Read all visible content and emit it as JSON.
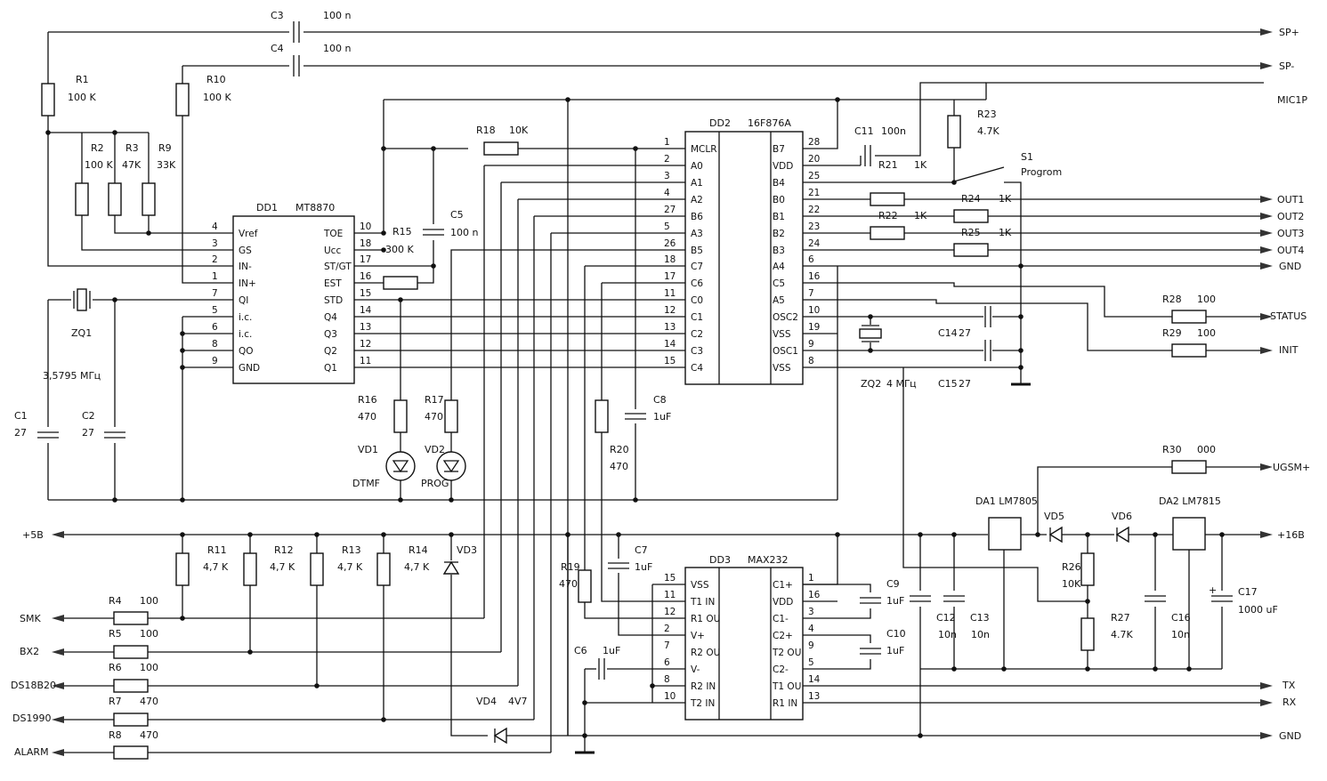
{
  "chips": [
    {
      "id": "dd1",
      "ref": "DD1",
      "part": "MT8870",
      "left_pins": [
        [
          "4",
          "Vref"
        ],
        [
          "3",
          "GS"
        ],
        [
          "2",
          "IN-"
        ],
        [
          "1",
          "IN+"
        ],
        [
          "7",
          "QI"
        ],
        [
          "5",
          "i.c."
        ],
        [
          "6",
          "i.c."
        ],
        [
          "8",
          "QO"
        ],
        [
          "9",
          "GND"
        ]
      ],
      "right_pins": [
        [
          "10",
          "TOE"
        ],
        [
          "18",
          "Ucc"
        ],
        [
          "17",
          "ST/GT"
        ],
        [
          "16",
          "EST"
        ],
        [
          "15",
          "STD"
        ],
        [
          "14",
          "Q4"
        ],
        [
          "13",
          "Q3"
        ],
        [
          "12",
          "Q2"
        ],
        [
          "11",
          "Q1"
        ]
      ]
    },
    {
      "id": "dd2",
      "ref": "DD2",
      "part": "16F876A",
      "left_pins": [
        [
          "1",
          "MCLR"
        ],
        [
          "2",
          "A0"
        ],
        [
          "3",
          "A1"
        ],
        [
          "4",
          "A2"
        ],
        [
          "27",
          "B6"
        ],
        [
          "5",
          "A3"
        ],
        [
          "26",
          "B5"
        ],
        [
          "18",
          "C7"
        ],
        [
          "17",
          "C6"
        ],
        [
          "11",
          "C0"
        ],
        [
          "12",
          "C1"
        ],
        [
          "13",
          "C2"
        ],
        [
          "14",
          "C3"
        ],
        [
          "15",
          "C4"
        ]
      ],
      "right_pins": [
        [
          "28",
          "B7"
        ],
        [
          "20",
          "VDD"
        ],
        [
          "25",
          "B4"
        ],
        [
          "21",
          "B0"
        ],
        [
          "22",
          "B1"
        ],
        [
          "23",
          "B2"
        ],
        [
          "24",
          "B3"
        ],
        [
          "6",
          "A4"
        ],
        [
          "16",
          "C5"
        ],
        [
          "7",
          "A5"
        ],
        [
          "10",
          "OSC2"
        ],
        [
          "19",
          "VSS"
        ],
        [
          "9",
          "OSC1"
        ],
        [
          "8",
          "VSS"
        ]
      ]
    },
    {
      "id": "dd3",
      "ref": "DD3",
      "part": "MAX232",
      "left_pins": [
        [
          "15",
          "VSS"
        ],
        [
          "11",
          "T1 IN"
        ],
        [
          "12",
          "R1 OU"
        ],
        [
          "2",
          "V+"
        ],
        [
          "7",
          "R2 OU"
        ],
        [
          "6",
          "V-"
        ],
        [
          "8",
          "R2 IN"
        ],
        [
          "10",
          "T2 IN"
        ]
      ],
      "right_pins": [
        [
          "1",
          "C1+"
        ],
        [
          "16",
          "VDD"
        ],
        [
          "3",
          "C1-"
        ],
        [
          "4",
          "C2+"
        ],
        [
          "9",
          "T2 OU"
        ],
        [
          "5",
          "C2-"
        ],
        [
          "14",
          "T1 OU"
        ],
        [
          "13",
          "R1 IN"
        ]
      ]
    }
  ],
  "regulators": [
    {
      "id": "da1",
      "label": "DA1 LM7805"
    },
    {
      "id": "da2",
      "label": "DA2 LM7815"
    }
  ],
  "components": [
    {
      "id": "c3",
      "ref": "C3",
      "value": "100 n"
    },
    {
      "id": "c4",
      "ref": "C4",
      "value": "100 n"
    },
    {
      "id": "r1",
      "ref": "R1",
      "value": "100 K"
    },
    {
      "id": "r10",
      "ref": "R10",
      "value": "100 K"
    },
    {
      "id": "r2",
      "ref": "R2",
      "value": "100 K"
    },
    {
      "id": "r3",
      "ref": "R3",
      "value": "47K"
    },
    {
      "id": "r9",
      "ref": "R9",
      "value": "33K"
    },
    {
      "id": "r18",
      "ref": "R18",
      "value": "10K"
    },
    {
      "id": "r15",
      "ref": "R15",
      "value": "300 K"
    },
    {
      "id": "c5",
      "ref": "C5",
      "value": "100 n"
    },
    {
      "id": "c11",
      "ref": "C11",
      "value": "100n"
    },
    {
      "id": "r21",
      "ref": "R21",
      "value": "1K"
    },
    {
      "id": "r23",
      "ref": "R23",
      "value": "4.7K"
    },
    {
      "id": "r24",
      "ref": "R24",
      "value": "1K"
    },
    {
      "id": "r22",
      "ref": "R22",
      "value": "1K"
    },
    {
      "id": "r25",
      "ref": "R25",
      "value": "1K"
    },
    {
      "id": "r28",
      "ref": "R28",
      "value": "100"
    },
    {
      "id": "r29",
      "ref": "R29",
      "value": "100"
    },
    {
      "id": "c14",
      "ref": "C14",
      "value": "27"
    },
    {
      "id": "c15",
      "ref": "C15",
      "value": "27"
    },
    {
      "id": "zq2",
      "ref": "ZQ2",
      "value": "4 MΓц"
    },
    {
      "id": "zq1",
      "ref": "ZQ1",
      "value": "3,5795 MΓц"
    },
    {
      "id": "c1",
      "ref": "C1",
      "value": "27"
    },
    {
      "id": "c2",
      "ref": "C2",
      "value": "27"
    },
    {
      "id": "r16",
      "ref": "R16",
      "value": "470"
    },
    {
      "id": "r17",
      "ref": "R17",
      "value": "470"
    },
    {
      "id": "vd1",
      "ref": "VD1",
      "value": "DTMF"
    },
    {
      "id": "vd2",
      "ref": "VD2",
      "value": "PROG"
    },
    {
      "id": "r20",
      "ref": "R20",
      "value": "470"
    },
    {
      "id": "c8",
      "ref": "C8",
      "value": "1uF"
    },
    {
      "id": "r30",
      "ref": "R30",
      "value": "000"
    },
    {
      "id": "vd5",
      "ref": "VD5",
      "value": ""
    },
    {
      "id": "vd6",
      "ref": "VD6",
      "value": ""
    },
    {
      "id": "r11",
      "ref": "R11",
      "value": "4,7 K"
    },
    {
      "id": "r12",
      "ref": "R12",
      "value": "4,7 K"
    },
    {
      "id": "r13",
      "ref": "R13",
      "value": "4,7 K"
    },
    {
      "id": "r14",
      "ref": "R14",
      "value": "4,7 K"
    },
    {
      "id": "vd3",
      "ref": "VD3",
      "value": ""
    },
    {
      "id": "c7",
      "ref": "C7",
      "value": "1uF"
    },
    {
      "id": "r19",
      "ref": "R19",
      "value": "470"
    },
    {
      "id": "c9",
      "ref": "C9",
      "value": "1uF"
    },
    {
      "id": "c10",
      "ref": "C10",
      "value": "1uF"
    },
    {
      "id": "c6",
      "ref": "C6",
      "value": "1uF"
    },
    {
      "id": "c12",
      "ref": "C12",
      "value": "10n"
    },
    {
      "id": "c13",
      "ref": "C13",
      "value": "10n"
    },
    {
      "id": "r26",
      "ref": "R26",
      "value": "10K"
    },
    {
      "id": "r27",
      "ref": "R27",
      "value": "4.7K"
    },
    {
      "id": "c16",
      "ref": "C16",
      "value": "10n"
    },
    {
      "id": "c17",
      "ref": "C17",
      "value": "1000 uF"
    },
    {
      "id": "r4",
      "ref": "R4",
      "value": "100"
    },
    {
      "id": "r5",
      "ref": "R5",
      "value": "100"
    },
    {
      "id": "r6",
      "ref": "R6",
      "value": "100"
    },
    {
      "id": "r7",
      "ref": "R7",
      "value": "470"
    },
    {
      "id": "r8",
      "ref": "R8",
      "value": "470"
    },
    {
      "id": "vd4",
      "ref": "VD4",
      "value": "4V7"
    }
  ],
  "switch": {
    "ref": "S1",
    "label": "Progrom"
  },
  "c17_polarity": "+",
  "ports_right": {
    "sp_plus": "SP+",
    "sp_minus": "SP-",
    "mic1p": "MIC1P",
    "out1": "OUT1",
    "out2": "OUT2",
    "out3": "OUT3",
    "out4": "OUT4",
    "gnd_top": "GND",
    "status": "STATUS",
    "init": "INIT",
    "ugsm": "UGSM+",
    "p16v": "+16B",
    "tx": "TX",
    "rx": "RX",
    "gnd_bottom": "GND"
  },
  "ports_left": {
    "p5v": "+5B",
    "smk": "SMK",
    "bx2": "BX2",
    "ds18b20": "DS18B20",
    "ds1990": "DS1990",
    "alarm": "ALARM"
  }
}
